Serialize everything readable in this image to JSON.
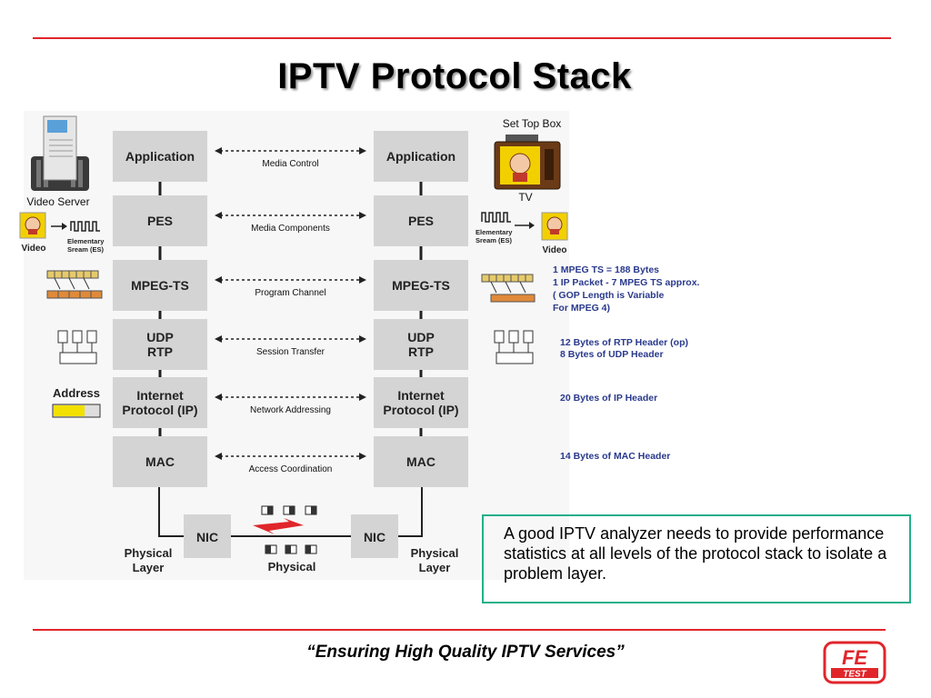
{
  "slide": {
    "title": "IPTV Protocol Stack",
    "footer": "“Ensuring High Quality IPTV Services”",
    "callout": "A good IPTV analyzer needs to provide performance statistics at all levels of the protocol stack to isolate a problem layer.",
    "logo_text": [
      "FE",
      "TEST"
    ]
  },
  "diagram": {
    "left_column": [
      "Application",
      "PES",
      "MPEG-TS",
      "UDP\nRTP",
      "Internet\nProtocol (IP)",
      "MAC"
    ],
    "right_column": [
      "Application",
      "PES",
      "MPEG-TS",
      "UDP\nRTP",
      "Internet\nProtocol (IP)",
      "MAC"
    ],
    "links": [
      "Media Control",
      "Media Components",
      "Program Channel",
      "Session Transfer",
      "Network Addressing",
      "Access Coordination"
    ],
    "nic_left": "NIC",
    "nic_right": "NIC",
    "physical_left": "Physical\nLayer",
    "physical_right": "Physical\nLayer",
    "physical_center": "Physical",
    "left_captions": {
      "video_server": "Video Server",
      "video": "Video",
      "elementary_stream": "Elementary\nSream (ES)",
      "address": "Address"
    },
    "right_captions": {
      "set_top_box": "Set Top Box",
      "tv": "TV",
      "elementary_stream": "Elementary\nSream (ES)",
      "video": "Video"
    },
    "notes": {
      "mpeg_ts": [
        "1 MPEG TS = 188 Bytes",
        "1 IP Packet  - 7 MPEG TS approx.",
        "( GOP Length is Variable",
        "For MPEG 4)"
      ],
      "udp_rtp": [
        "12 Bytes  of RTP Header (op)",
        "8 Bytes of UDP Header"
      ],
      "ip": [
        "20 Bytes of IP Header"
      ],
      "mac": [
        "14 Bytes of MAC Header"
      ]
    },
    "colors": {
      "box": "#d4d4d4",
      "accent_red": "#e0262b",
      "note_blue": "#2a3a8c",
      "callout_border": "#22b08a"
    }
  }
}
